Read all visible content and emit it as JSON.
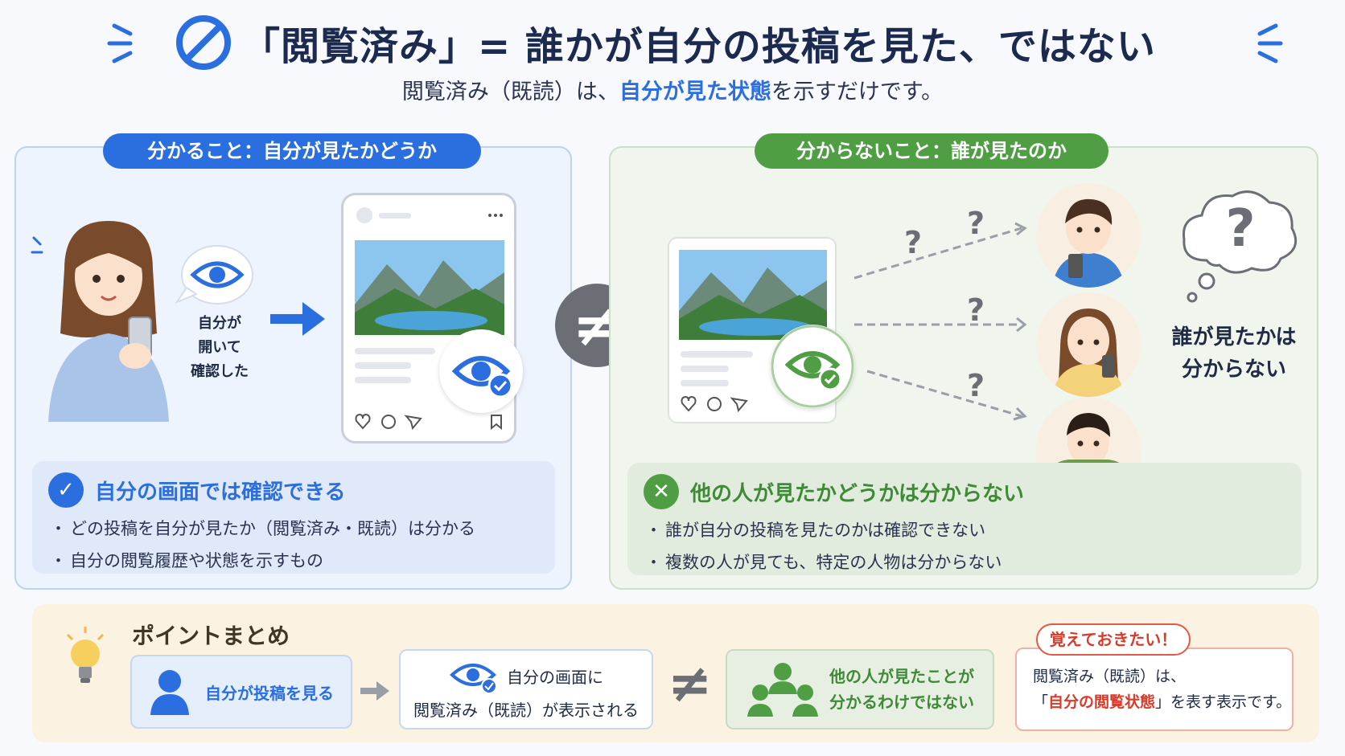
{
  "header": {
    "title": "「閲覧済み」= 誰かが自分の投稿を見た、ではない",
    "subtitle_pre": "閲覧済み（既読）は、",
    "subtitle_hl": "自分が見た状態",
    "subtitle_post": "を示すだけです。"
  },
  "left": {
    "pill": "分かること：自分が見たかどうか",
    "caption_line1": "自分が",
    "caption_line2": "開いて",
    "caption_line3": "確認した",
    "note_title": "自分の画面では確認できる",
    "bullets": [
      "どの投稿を自分が見たか（閲覧済み・既読）は分かる",
      "自分の閲覧履歴や状態を示すもの"
    ]
  },
  "center": {
    "neq": "≠"
  },
  "right": {
    "pill": "分からないこと：誰が見たのか",
    "qmark": "?",
    "thought_q": "?",
    "label_line1": "誰が見たかは",
    "label_line2": "分からない",
    "note_title": "他の人が見たかどうかは分からない",
    "bullets": [
      "誰が自分の投稿を見たのかは確認できない",
      "複数の人が見ても、特定の人物は分からない"
    ]
  },
  "summary": {
    "title": "ポイントまとめ",
    "box1": "自分が投稿を見る",
    "box2_line1": "自分の画面に",
    "box2_line2": "閲覧済み（既読）が表示される",
    "neq": "≠",
    "box3_line1": "他の人が見たことが",
    "box3_line2": "分かるわけではない",
    "remember": "覚えておきたい！",
    "box4_line1": "閲覧済み（既読）は、",
    "box4_pre": "「",
    "box4_red": "自分の閲覧状態",
    "box4_post": "」を表す表示です。"
  },
  "colors": {
    "blue": "#2a6ee0",
    "green": "#4f9e44",
    "red": "#d83b2a"
  }
}
